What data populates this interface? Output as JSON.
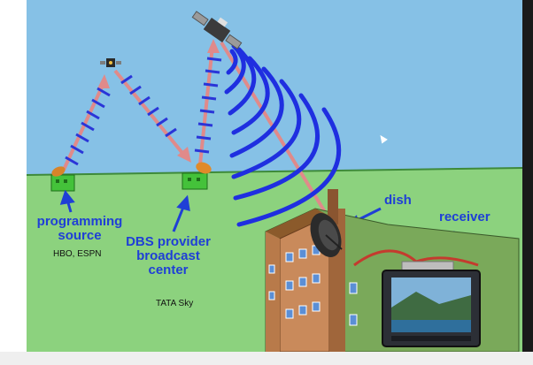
{
  "diagram": {
    "labels": {
      "programming_source": "programming source",
      "programming_source_example": "HBO, ESPN",
      "dbs_center": "DBS provider broadcast center",
      "dbs_center_example": "TATA Sky",
      "dish": "dish",
      "receiver": "receiver"
    },
    "colors": {
      "sky": "#86c1e6",
      "ground": "#8cd27e",
      "label_blue": "#1f3fd6",
      "wave_blue": "#1f2fe0",
      "beam_pink": "#e08a8a",
      "house_brick": "#c98a5b"
    },
    "icons": [
      "satellite-icon",
      "uplink-dish-icon",
      "house-icon",
      "satellite-dish-icon",
      "tv-receiver-icon"
    ]
  }
}
